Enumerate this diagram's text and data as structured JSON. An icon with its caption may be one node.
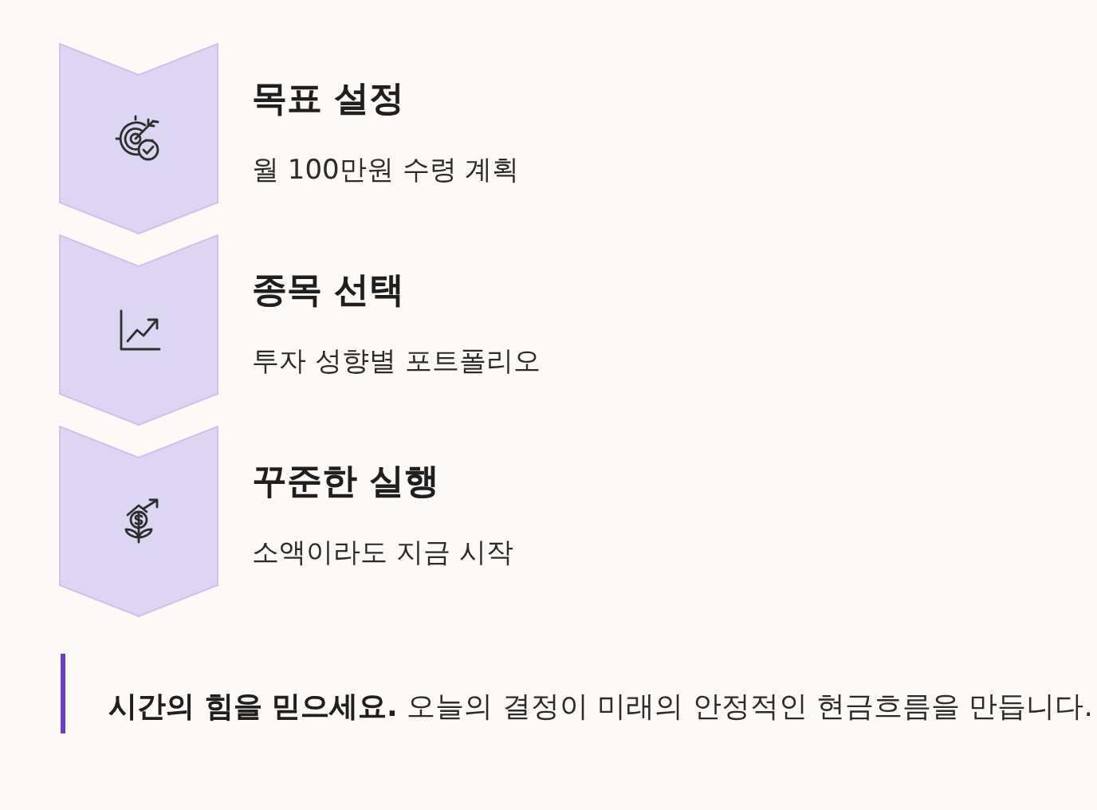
{
  "diagram": {
    "nodes": [
      {
        "text": [
          "목표 설정",
          "월 100만원 수령 계획"
        ]
      },
      {
        "text": [
          "종목 선택",
          "투자 성향별 포트폴리오"
        ]
      },
      {
        "text": [
          "꾸준한 실행",
          "소액이라도 지금 시작"
        ]
      }
    ],
    "labels": [
      "**시간의 힘을 믿으세요.** 오늘의 결정이 미래의 안정적인 현금흐름을 만듭니다."
    ]
  }
}
